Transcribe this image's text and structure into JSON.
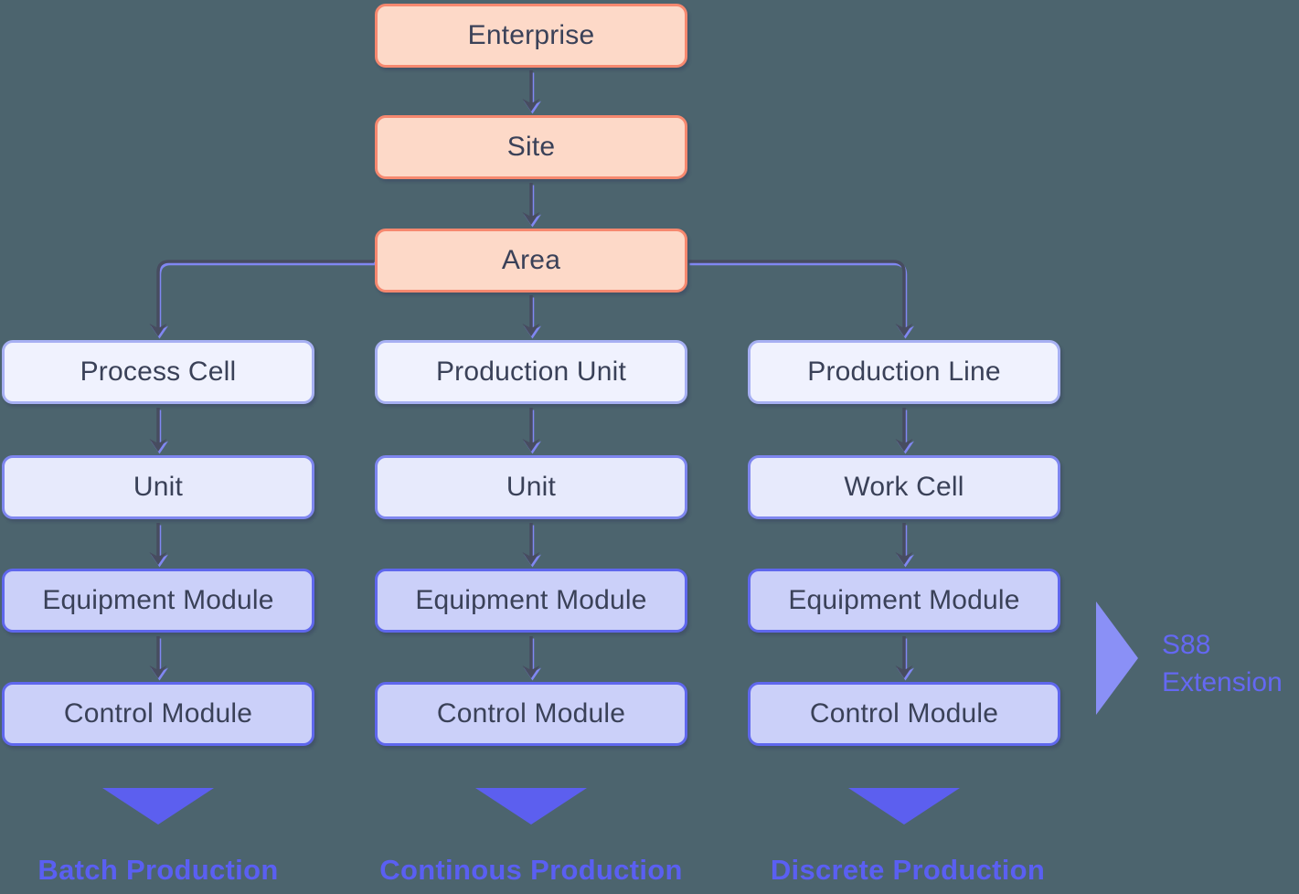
{
  "palette": {
    "background": "#4C646E",
    "connector": "#474C60",
    "connector_underlay": "#8087F2",
    "peach_fill": "#FDD9C8",
    "peach_border": "#F6886F",
    "level1_fill": "#F0F2FE",
    "level1_border": "#A7B0F3",
    "level2_fill": "#E7EAFC",
    "level2_border": "#7E86EF",
    "level3_fill": "#CBD0F9",
    "level3_border": "#5F67ED",
    "node_text": "#3A4158",
    "triangle": "#5C5FEF",
    "caption_text": "#5A5FF2",
    "s88_arrow": "#8A90F6",
    "s88_text": "#6468F2"
  },
  "top_chain": [
    {
      "label": "Enterprise"
    },
    {
      "label": "Site"
    },
    {
      "label": "Area"
    }
  ],
  "columns": [
    {
      "nodes": [
        "Process Cell",
        "Unit",
        "Equipment Module",
        "Control Module"
      ],
      "caption": "Batch Production"
    },
    {
      "nodes": [
        "Production Unit",
        "Unit",
        "Equipment Module",
        "Control Module"
      ],
      "caption": "Continous Production"
    },
    {
      "nodes": [
        "Production Line",
        "Work Cell",
        "Equipment Module",
        "Control Module"
      ],
      "caption": "Discrete Production"
    }
  ],
  "annotation": {
    "line1": "S88",
    "line2": "Extension"
  }
}
